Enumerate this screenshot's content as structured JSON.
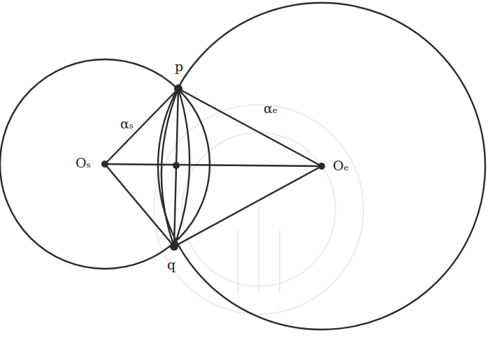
{
  "diagram": {
    "labels": [
      "p",
      "q",
      "Oₛ",
      "Oₑ",
      "αₛ",
      "αₑ"
    ]
  }
}
